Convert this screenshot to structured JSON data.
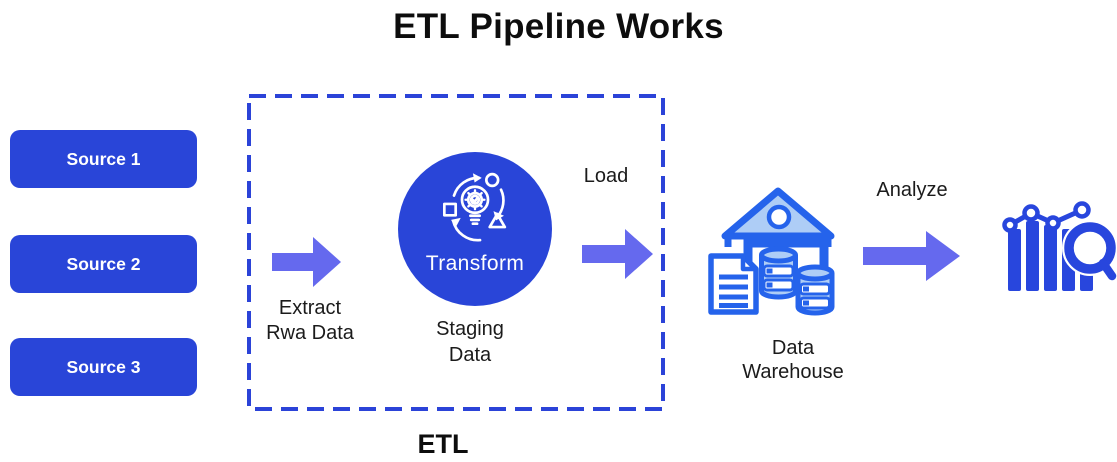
{
  "title": "ETL Pipeline Works",
  "sources": [
    {
      "label": "Source 1"
    },
    {
      "label": "Source 2"
    },
    {
      "label": "Source 3"
    }
  ],
  "etl": {
    "box_label": "ETL",
    "extract_line1": "Extract",
    "extract_line2": "Rwa Data",
    "transform_label": "Transform",
    "staging_line1": "Staging",
    "staging_line2": "Data",
    "load_label": "Load"
  },
  "warehouse": {
    "label_line1": "Data",
    "label_line2": "Warehouse"
  },
  "analyze": {
    "label": "Analyze"
  },
  "icons": {
    "transform": "transform-cycle-icon",
    "warehouse": "data-warehouse-icon",
    "analytics": "bar-chart-magnifier-icon"
  },
  "colors": {
    "primary_blue": "#2945d8",
    "dashed_border_blue": "#2b43d8",
    "arrow_periwinkle": "#6569ee",
    "icon_stroke_blue": "#2563eb",
    "icon_fill_light_blue": "#aecdf6",
    "text_dark": "#1b1b1b",
    "background": "#ffffff"
  }
}
